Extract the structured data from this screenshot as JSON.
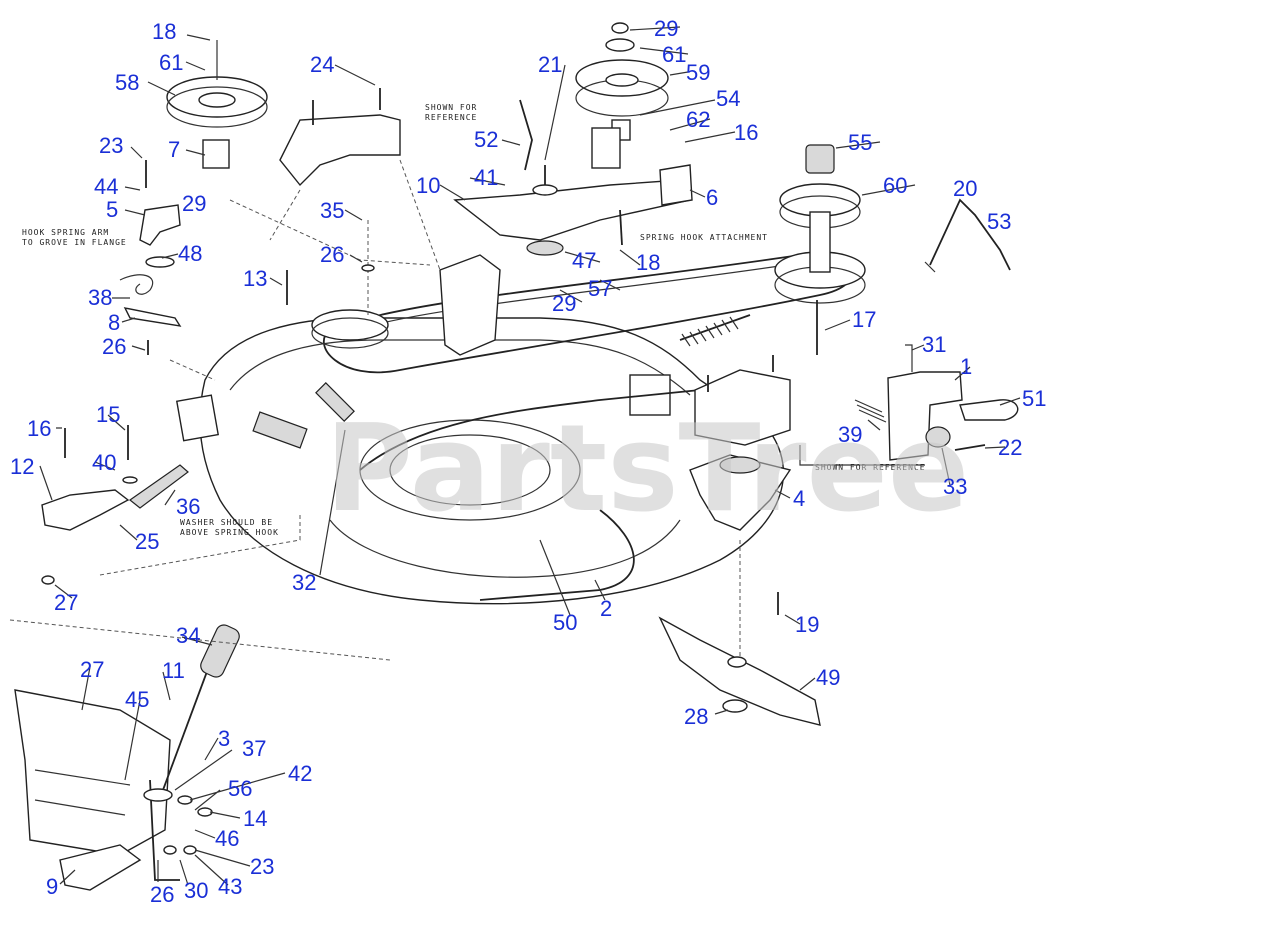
{
  "watermark": "PartsTree",
  "notes": {
    "shown_for_reference_top": "SHOWN FOR",
    "shown_for_reference_top2": "REFERENCE",
    "hook_spring_1": "HOOK SPRING ARM",
    "hook_spring_2": "TO GROVE IN FLANGE",
    "spring_hook_attachment": "SPRING HOOK ATTACHMENT",
    "washer_1": "WASHER SHOULD BE",
    "washer_2": "ABOVE SPRING HOOK",
    "shown_for_reference_right": "SHOWN FOR REFERENCE"
  },
  "callouts": [
    "1",
    "2",
    "3",
    "4",
    "5",
    "6",
    "7",
    "8",
    "9",
    "10",
    "11",
    "12",
    "13",
    "14",
    "15",
    "16",
    "16",
    "17",
    "18",
    "18",
    "19",
    "20",
    "21",
    "22",
    "23",
    "23",
    "24",
    "25",
    "26",
    "26",
    "26",
    "27",
    "27",
    "28",
    "29",
    "29",
    "29",
    "30",
    "31",
    "32",
    "33",
    "34",
    "35",
    "36",
    "37",
    "38",
    "39",
    "40",
    "41",
    "42",
    "43",
    "44",
    "45",
    "46",
    "47",
    "48",
    "49",
    "50",
    "51",
    "52",
    "53",
    "54",
    "55",
    "56",
    "57",
    "58",
    "59",
    "60",
    "61",
    "61",
    "62"
  ],
  "colors": {
    "callout": "#1a2fd6",
    "line": "#222222"
  }
}
